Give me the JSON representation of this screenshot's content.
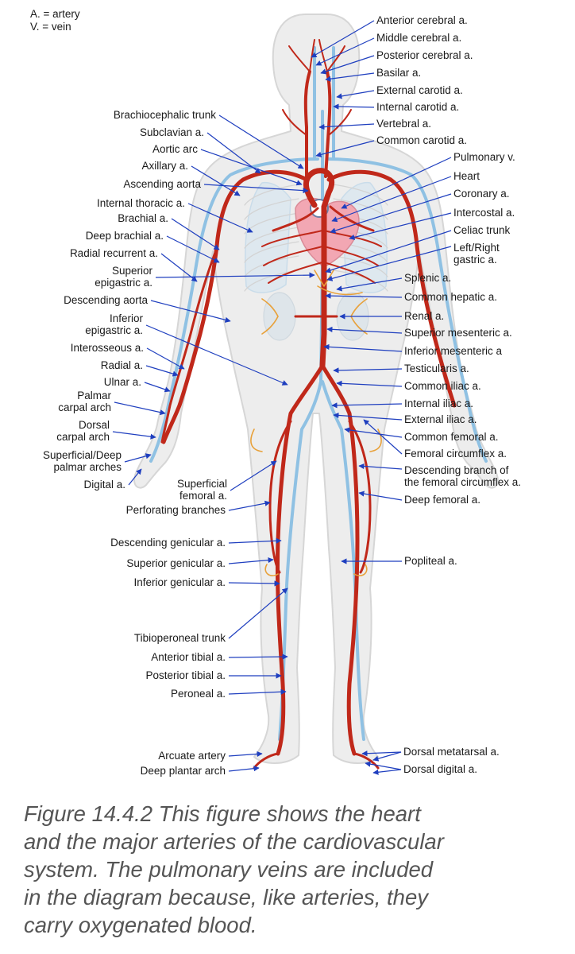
{
  "legend": {
    "artery": "A. = artery",
    "vein": "V. = vein"
  },
  "labels_right": [
    "Anterior cerebral a.",
    "Middle cerebral a.",
    "Posterior cerebral a.",
    "Basilar a.",
    "External carotid a.",
    "Internal carotid a.",
    "Vertebral a.",
    "Common carotid a.",
    "Pulmonary v.",
    "Heart",
    "Coronary a.",
    "Intercostal a.",
    "Celiac trunk",
    "Left/Right\ngastric a.",
    "Splenic a.",
    "Common hepatic a.",
    "Renal a.",
    "Superior mesenteric a.",
    "Inferior mesenteric a",
    "Testicularis a.",
    "Common iliac a.",
    "Internal iliac a.",
    "External iliac a.",
    "Common femoral a.",
    "Femoral circumflex a.",
    "Descending branch of\nthe femoral circumflex a.",
    "Deep femoral a.",
    "Popliteal a.",
    "Dorsal metatarsal a.",
    "Dorsal digital a."
  ],
  "labels_left": [
    "Brachiocephalic trunk",
    "Subclavian a.",
    "Aortic arc",
    "Axillary a.",
    "Ascending aorta",
    "Internal thoracic a.",
    "Brachial a.",
    "Deep brachial a.",
    "Radial recurrent a.",
    "Superior\nepigastric a.",
    "Descending aorta",
    "Inferior\nepigastric a.",
    "Interosseous a.",
    "Radial a.",
    "Ulnar a.",
    "Palmar\ncarpal arch",
    "Dorsal\ncarpal arch",
    "Superficial/Deep\npalmar arches",
    "Digital a.",
    "Superficial\nfemoral a.",
    "Perforating branches",
    "Descending genicular a.",
    "Superior genicular a.",
    "Inferior genicular a.",
    "Tibioperoneal trunk",
    "Anterior tibial a.",
    "Posterior tibial a.",
    "Peroneal a.",
    "Arcuate artery",
    "Deep plantar arch"
  ],
  "caption": "Figure 14.4.2 This figure shows the heart\nand the major arteries of the cardiovascular\nsystem. The pulmonary veins are included\nin the diagram because, like arteries, they\ncarry oxygenated blood.",
  "colors": {
    "artery": "#c0281a",
    "vein": "#8fc1e3",
    "leader": "#1f3fbf",
    "heart": "#f2a7b3",
    "body_fill": "#ededed",
    "body_outline": "#d6d6d6",
    "branch": "#e8a13a",
    "caption": "#555555"
  }
}
